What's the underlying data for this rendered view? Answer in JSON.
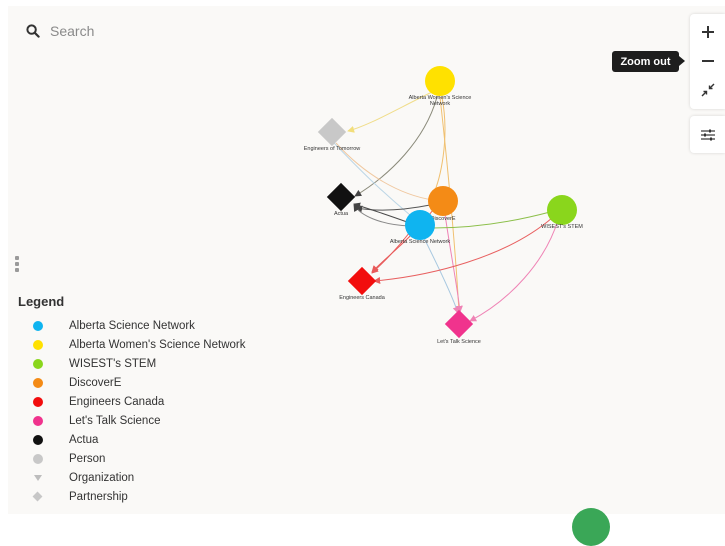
{
  "search": {
    "placeholder": "Search"
  },
  "zoom_controls": {
    "zoom_in": "+",
    "zoom_out": "−",
    "tooltip": "Zoom out"
  },
  "icons": {
    "search": "search-icon",
    "zoom_in": "plus-icon",
    "zoom_out": "minus-icon",
    "fit": "collapse-icon",
    "settings": "sliders-icon",
    "handle": "drag-handle-icon"
  },
  "graph": {
    "nodes": [
      {
        "id": "awsn",
        "label": [
          "Alberta Women's Science",
          "Network"
        ],
        "shape": "circle",
        "color": "#ffe100"
      },
      {
        "id": "eot",
        "label": [
          "Engineers of Tomorrow"
        ],
        "shape": "diamond",
        "color": "#c8c8c8"
      },
      {
        "id": "actua",
        "label": [
          "Actua"
        ],
        "shape": "diamond",
        "color": "#111111"
      },
      {
        "id": "discovere",
        "label": [
          "DiscoverE"
        ],
        "shape": "circle",
        "color": "#f48b16"
      },
      {
        "id": "wisest",
        "label": [
          "WISEST's STEM"
        ],
        "shape": "circle",
        "color": "#8ad61c"
      },
      {
        "id": "asn",
        "label": [
          "Alberta Science Network"
        ],
        "shape": "circle",
        "color": "#0fb4f0"
      },
      {
        "id": "ec",
        "label": [
          "Engineers Canada"
        ],
        "shape": "diamond",
        "color": "#f20d0d"
      },
      {
        "id": "lts",
        "label": [
          "Let's Talk Science"
        ],
        "shape": "diamond",
        "color": "#f0338d"
      }
    ]
  },
  "legend": {
    "title": "Legend",
    "items": [
      {
        "label": "Alberta Science Network",
        "marker": "dot",
        "color": "#0fb4f0"
      },
      {
        "label": "Alberta Women's Science Network",
        "marker": "dot",
        "color": "#ffe100"
      },
      {
        "label": "WISEST's STEM",
        "marker": "dot",
        "color": "#8ad61c"
      },
      {
        "label": "DiscoverE",
        "marker": "dot",
        "color": "#f48b16"
      },
      {
        "label": "Engineers Canada",
        "marker": "dot",
        "color": "#f20d0d"
      },
      {
        "label": "Let's Talk Science",
        "marker": "dot",
        "color": "#f0338d"
      },
      {
        "label": "Actua",
        "marker": "dot",
        "color": "#111111"
      },
      {
        "label": "Person",
        "marker": "dot",
        "color": "#c8c8c8"
      },
      {
        "label": "Organization",
        "marker": "triangle",
        "color": "#bdbdbd"
      },
      {
        "label": "Partnership",
        "marker": "diamond",
        "color": "#c7c7c7"
      }
    ]
  }
}
